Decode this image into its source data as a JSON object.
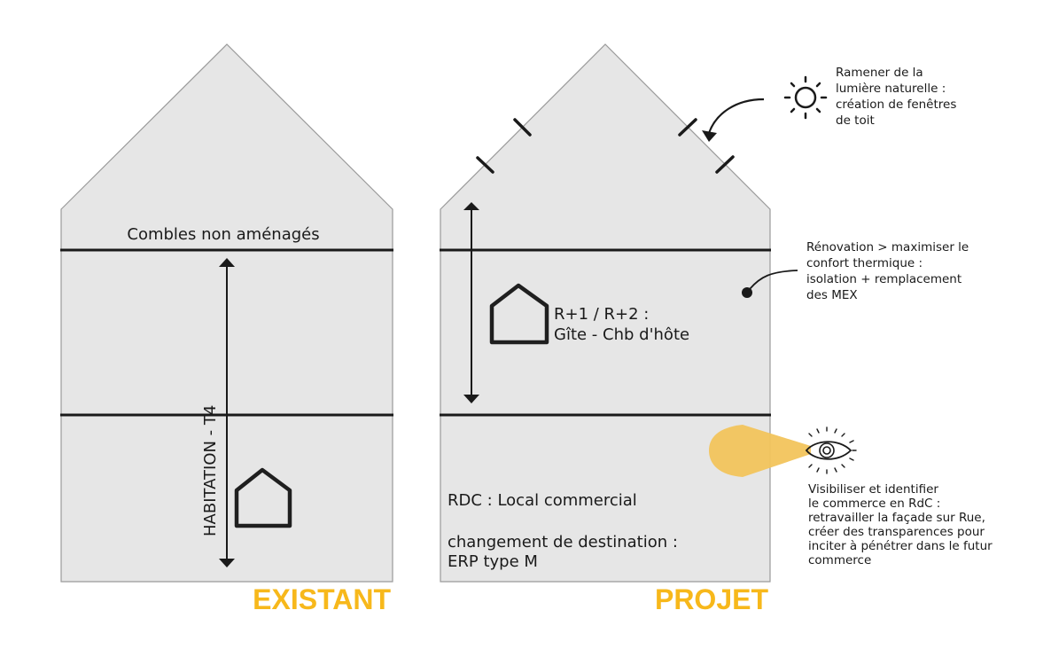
{
  "colors": {
    "house_fill": "#e6e6e6",
    "house_stroke": "#9a9a9a",
    "ink": "#1a1a1a",
    "accent_yellow": "#f7b81b",
    "beam_yellow": "#f2c45c"
  },
  "existant": {
    "title": "EXISTANT",
    "attic_label": "Combles non aménagés",
    "vertical_label": "HABITATION - T4",
    "icons": [
      "house-icon",
      "double-arrow-icon"
    ]
  },
  "projet": {
    "title": "PROJET",
    "upper_label_line1": "R+1 / R+2 :",
    "upper_label_line2": "Gîte - Chb d'hôte",
    "ground_label": "RDC : Local commercial",
    "change_line1": "changement de destination :",
    "change_line2": "ERP type M",
    "icons": [
      "house-icon",
      "double-arrow-icon",
      "roof-window-icon"
    ]
  },
  "annotations": {
    "light": {
      "icon": "sun-icon",
      "lines": [
        "Ramener de la",
        "lumière naturelle :",
        "création de fenêtres",
        "de toit"
      ]
    },
    "renovation": {
      "icon": "bullet-dot-icon",
      "lines": [
        "Rénovation > maximiser le",
        "confort thermique :",
        "isolation + remplacement",
        "des MEX"
      ]
    },
    "visibility": {
      "icon": "eye-icon",
      "lines": [
        "Visibiliser et identifier",
        "le commerce en RdC :",
        "retravailler la façade sur Rue,",
        "créer des transparences pour",
        "inciter à pénétrer dans le futur",
        "commerce"
      ]
    }
  }
}
